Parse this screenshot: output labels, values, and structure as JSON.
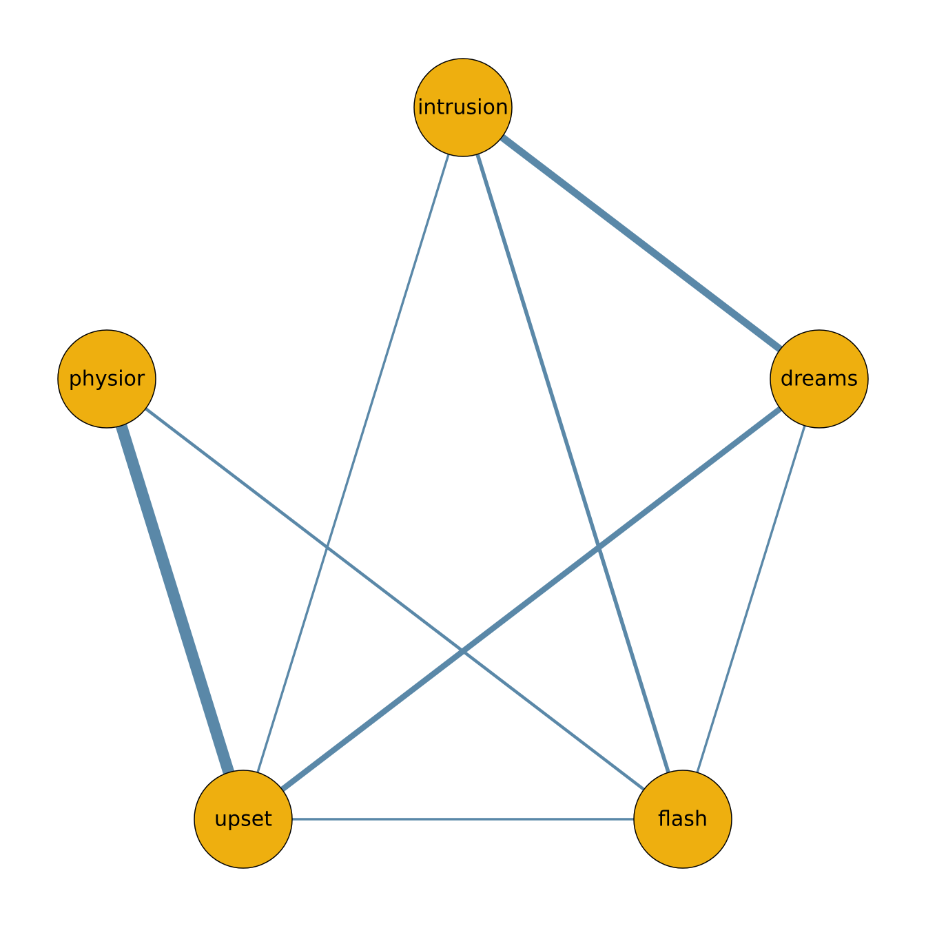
{
  "graph": {
    "colors": {
      "node_fill": "#EEAF0F",
      "node_stroke": "#000000",
      "edge": "#5A88A8",
      "background": "#FFFFFF"
    },
    "nodes": [
      {
        "id": "intrusion",
        "label": "intrusion"
      },
      {
        "id": "dreams",
        "label": "dreams"
      },
      {
        "id": "flash",
        "label": "flash"
      },
      {
        "id": "upset",
        "label": "upset"
      },
      {
        "id": "physior",
        "label": "physior"
      }
    ],
    "edges": [
      {
        "source": "intrusion",
        "target": "dreams",
        "weight": 0.38
      },
      {
        "source": "intrusion",
        "target": "flash",
        "weight": 0.2
      },
      {
        "source": "intrusion",
        "target": "upset",
        "weight": 0.12
      },
      {
        "source": "dreams",
        "target": "flash",
        "weight": 0.12
      },
      {
        "source": "dreams",
        "target": "upset",
        "weight": 0.3
      },
      {
        "source": "physior",
        "target": "upset",
        "weight": 0.6
      },
      {
        "source": "physior",
        "target": "flash",
        "weight": 0.16
      },
      {
        "source": "upset",
        "target": "flash",
        "weight": 0.12
      }
    ]
  }
}
